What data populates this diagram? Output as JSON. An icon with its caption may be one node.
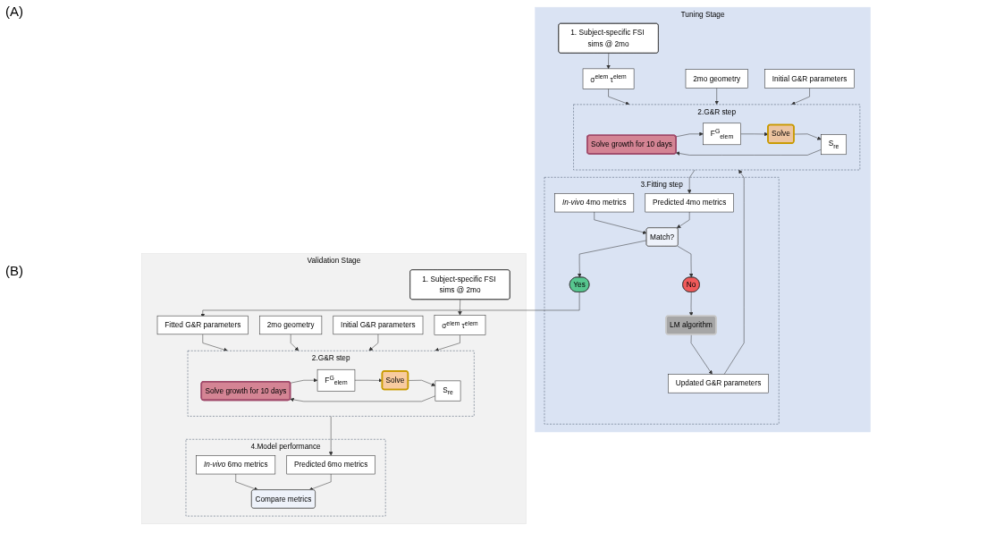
{
  "diagram": {
    "nodes": [
      {
        "text": [
          "Tuning Stage"
        ]
      },
      {
        "text": [
          "1. Subject-specific FSI sims @ 2mo"
        ],
        "in": 0
      },
      {
        "text": [
          "σ$^{elem}$ τ$^{elem}$"
        ],
        "in": 0
      },
      {
        "text": [
          "2mo geometry"
        ],
        "in": 0
      },
      {
        "text": [
          "Initial G&R parameters"
        ],
        "in": 0
      },
      {
        "text": [
          "2.G&R step"
        ],
        "in": 0
      },
      {
        "text": [
          "Solve growth for 10 days"
        ],
        "in": 5
      },
      {
        "text": [
          "F$^{G}$$_{elem}$"
        ],
        "in": 5
      },
      {
        "text": [
          "Solve"
        ],
        "in": 5
      },
      {
        "text": [
          "S$_{re}$"
        ],
        "in": 5
      },
      {
        "text": [
          "3.Fitting step"
        ],
        "in": 0
      },
      {
        "text": [
          "*In-vivo* 4mo metrics"
        ],
        "in": 10
      },
      {
        "text": [
          "Predicted 4mo metrics"
        ],
        "in": 10
      },
      {
        "text": [
          "Match?"
        ],
        "in": 10
      },
      {
        "text": [
          "No"
        ],
        "in": 10
      },
      {
        "text": [
          "LM algorithm"
        ],
        "in": 10
      },
      {
        "text": [
          "Updated G&R parameters"
        ],
        "in": 10
      },
      {
        "text": [
          "Yes"
        ],
        "in": 10
      },
      {
        "text": [
          "Validation Stage"
        ]
      },
      {
        "text": [
          "Fitted G&R parameters"
        ],
        "in": 18
      },
      {
        "text": [
          "2mo geometry"
        ],
        "in": 18
      },
      {
        "text": [
          "Initial G&R parameters"
        ],
        "in": 18
      },
      {
        "text": [
          "σ$^{elem}$ τ$^{elem}$"
        ],
        "in": 18
      },
      {
        "text": [
          "1. Subject-specific FSI sims @ 2mo"
        ],
        "in": 18
      },
      {
        "text": [
          "2.G&R step"
        ],
        "in": 18
      },
      {
        "text": [
          "Solve growth for 10 days"
        ],
        "in": 24
      },
      {
        "text": [
          "F$^{G}$$_{elem}$"
        ],
        "in": 24
      },
      {
        "text": [
          "Solve"
        ],
        "in": 24
      },
      {
        "text": [
          "S$_{re}$"
        ],
        "in": 24
      },
      {
        "text": [
          "4.Model performance"
        ],
        "in": 18
      },
      {
        "text": [
          "*In-vivo* 6mo metrics"
        ],
        "in": 29
      },
      {
        "text": [
          "Predicted 6mo metrics"
        ],
        "in": 29
      },
      {
        "text": [
          "Compare metrics"
        ],
        "in": 29
      }
    ],
    "edges": [
      {
        "from": 1,
        "to": 2,
        "arrow": "to"
      },
      {
        "from": 2,
        "to": 5,
        "arrow": "to"
      },
      {
        "from": 3,
        "to": 5,
        "arrow": "to"
      },
      {
        "from": 4,
        "to": 5,
        "arrow": "to"
      },
      {
        "from": 6,
        "to": 7,
        "arrow": "to"
      },
      {
        "from": 7,
        "to": 8,
        "arrow": "to"
      },
      {
        "from": 8,
        "to": 9,
        "arrow": "to"
      },
      {
        "from": 9,
        "to": 6,
        "arrow": "to"
      },
      {
        "from": 5,
        "to": 12,
        "arrow": "to"
      },
      {
        "from": 11,
        "to": 13,
        "arrow": "to"
      },
      {
        "from": 12,
        "to": 13,
        "arrow": "to"
      },
      {
        "from": 13,
        "to": 14,
        "arrow": "to"
      },
      {
        "from": 13,
        "to": 17,
        "arrow": "to"
      },
      {
        "from": 14,
        "to": 15,
        "arrow": "to"
      },
      {
        "from": 15,
        "to": 16,
        "arrow": "to"
      },
      {
        "from": 16,
        "to": 5,
        "arrow": "to"
      },
      {
        "from": 17,
        "to": 19,
        "arrow": "to"
      },
      {
        "from": 19,
        "to": 24,
        "arrow": "to"
      },
      {
        "from": 20,
        "to": 24,
        "arrow": "to"
      },
      {
        "from": 21,
        "to": 24,
        "arrow": "to"
      },
      {
        "from": 22,
        "to": 24,
        "arrow": "to"
      },
      {
        "from": 23,
        "to": 22,
        "arrow": "to"
      },
      {
        "from": 25,
        "to": 26,
        "arrow": "to"
      },
      {
        "from": 26,
        "to": 27,
        "arrow": "to"
      },
      {
        "from": 27,
        "to": 28,
        "arrow": "to"
      },
      {
        "from": 28,
        "to": 25,
        "arrow": "to"
      },
      {
        "from": 24,
        "to": 31,
        "arrow": "to"
      },
      {
        "from": 30,
        "to": 32,
        "arrow": "to"
      },
      {
        "from": 31,
        "to": 32,
        "arrow": "to"
      }
    ],
    "labels": [
      "(A)",
      "(B)"
    ]
  }
}
